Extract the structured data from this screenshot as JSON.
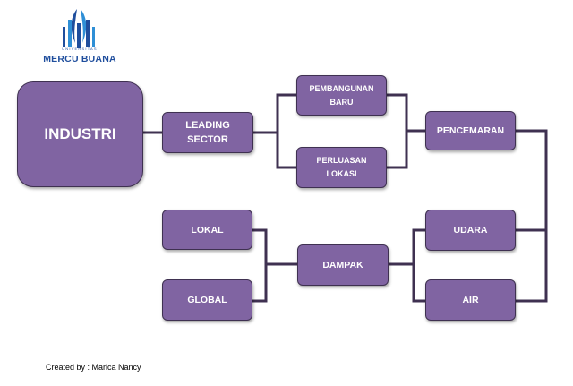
{
  "logo": {
    "university_label": "UNIVERSITAS",
    "name": "MERCU BUANA"
  },
  "nodes": {
    "industri": "INDUSTRI",
    "leading_sector": "LEADING\nSECTOR",
    "pembangunan_baru": "PEMBANGUNAN\nBARU",
    "perluasan_lokasi": "PERLUASAN\nLOKASI",
    "pencemaran": "PENCEMARAN",
    "udara": "UDARA",
    "air": "AIR",
    "dampak": "DAMPAK",
    "lokal": "LOKAL",
    "global": "GLOBAL"
  },
  "credit": "Created by : Marica Nancy",
  "colors": {
    "node_fill": "#8064a2",
    "node_border": "#3f3151",
    "connector": "#3f3151",
    "logo": "#1f4e9d"
  }
}
